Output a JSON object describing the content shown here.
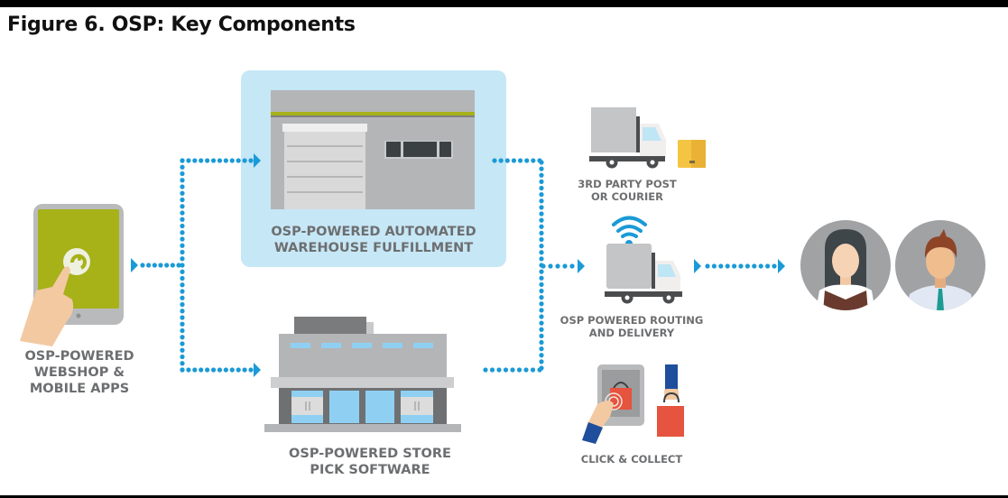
{
  "figure": {
    "title": "Figure 6. OSP: Key Components"
  },
  "colors": {
    "connector": "#1a9ad6",
    "highlight_box": "#c6e7f6",
    "label_text": "#6d6e70",
    "accent_green": "#a7b118",
    "building_gray": "#b4b5b7",
    "window_blue": "#8fd0f2",
    "bag_red": "#e6533e",
    "sleeve_blue": "#1f4e9c"
  },
  "nodes": {
    "webshop": {
      "label_lines": [
        "OSP-POWERED",
        "WEBSHOP &",
        "MOBILE APPS"
      ],
      "icon": "tablet-touch-icon"
    },
    "warehouse": {
      "label_lines": [
        "OSP-POWERED AUTOMATED",
        "WAREHOUSE FULFILLMENT"
      ],
      "icon": "warehouse-icon",
      "highlighted": true
    },
    "store": {
      "label_lines": [
        "OSP-POWERED STORE",
        "PICK SOFTWARE"
      ],
      "icon": "store-icon"
    },
    "courier": {
      "label_lines": [
        "3RD PARTY POST",
        "OR COURIER"
      ],
      "icon": "truck-icon"
    },
    "routing": {
      "label_lines": [
        "OSP POWERED ROUTING",
        "AND DELIVERY"
      ],
      "icon": "connected-truck-icon"
    },
    "click_collect": {
      "label_lines": [
        "CLICK & COLLECT"
      ],
      "icon": "click-collect-icon"
    },
    "customers": {
      "icons": [
        "woman-avatar-icon",
        "man-avatar-icon"
      ]
    }
  },
  "edges": [
    {
      "from": "webshop",
      "to": "warehouse"
    },
    {
      "from": "webshop",
      "to": "store"
    },
    {
      "from": "warehouse",
      "to": "routing"
    },
    {
      "from": "store",
      "to": "routing"
    },
    {
      "from": "routing",
      "to": "customers"
    }
  ]
}
